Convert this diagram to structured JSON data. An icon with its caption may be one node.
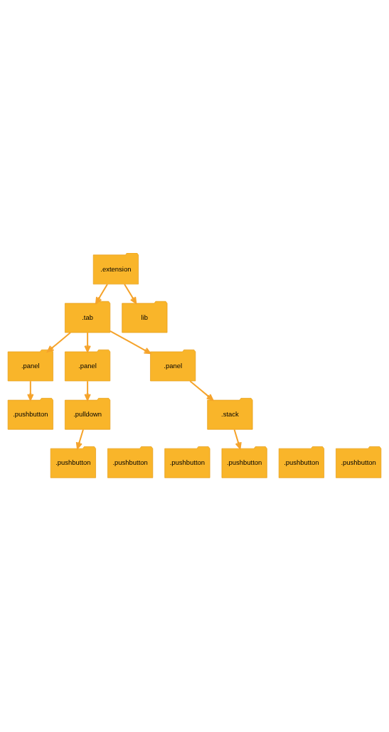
{
  "diagram": {
    "nodes": [
      {
        "text": [
          ".extension"
        ]
      },
      {
        "text": [
          ".tab"
        ]
      },
      {
        "text": [
          "lib"
        ]
      },
      {
        "text": [
          ".panel"
        ]
      },
      {
        "text": [
          ".panel"
        ]
      },
      {
        "text": [
          ".panel"
        ]
      },
      {
        "text": [
          ".pushbutton"
        ]
      },
      {
        "text": [
          ".pulldown"
        ]
      },
      {
        "text": [
          ".stack"
        ]
      },
      {
        "text": [
          ".pushbutton"
        ]
      },
      {
        "text": [
          ".pushbutton"
        ]
      },
      {
        "text": [
          ".pushbutton"
        ]
      },
      {
        "text": [
          ".pushbutton"
        ]
      },
      {
        "text": [
          ".pushbutton"
        ]
      },
      {
        "text": [
          ".pushbutton"
        ]
      }
    ],
    "edges": [
      {
        "from": 0,
        "to": 1,
        "arrow": "to"
      },
      {
        "from": 0,
        "to": 2,
        "arrow": "to"
      },
      {
        "from": 1,
        "to": 3,
        "arrow": "to"
      },
      {
        "from": 1,
        "to": 4,
        "arrow": "to"
      },
      {
        "from": 1,
        "to": 5,
        "arrow": "to"
      },
      {
        "from": 3,
        "to": 6,
        "arrow": "to"
      },
      {
        "from": 4,
        "to": 7,
        "arrow": "to"
      },
      {
        "from": 5,
        "to": 8,
        "arrow": "to"
      },
      {
        "from": 7,
        "to": 9,
        "arrow": "to"
      },
      {
        "from": 8,
        "to": 12,
        "arrow": "to"
      }
    ]
  }
}
